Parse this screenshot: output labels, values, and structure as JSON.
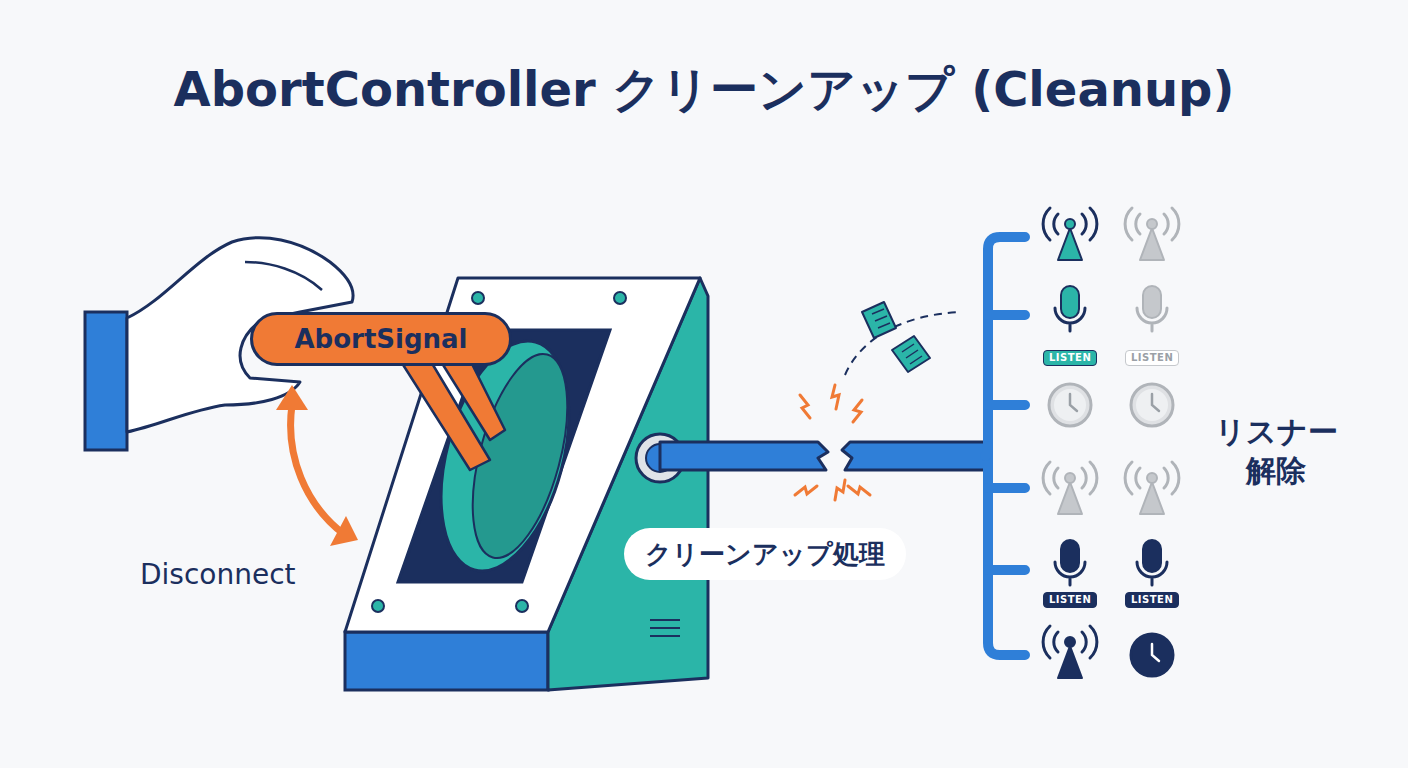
{
  "diagram": {
    "title": "AbortController クリーンアップ (Cleanup)",
    "nodes": [
      {
        "text": [
          "AbortSignal"
        ]
      },
      {
        "text": [
          "クリーンアップ処理"
        ]
      }
    ],
    "labels": [
      "Disconnect",
      "リスナー 解除",
      "LISTEN",
      "LISTEN",
      "LISTEN",
      "LISTEN"
    ]
  }
}
